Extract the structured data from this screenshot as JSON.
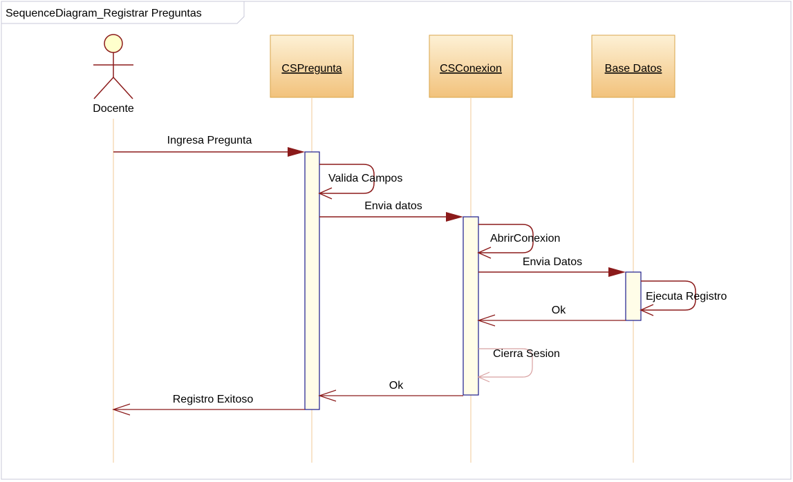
{
  "frame": {
    "title": "SequenceDiagram_Registrar Preguntas"
  },
  "actor": {
    "name": "Docente"
  },
  "lifelines": [
    {
      "id": "cspregunta",
      "name": "CSPregunta"
    },
    {
      "id": "csconexion",
      "name": "CSConexion"
    },
    {
      "id": "basedatos",
      "name": "Base Datos"
    }
  ],
  "messages": [
    {
      "id": "ingresa-pregunta",
      "label": "Ingresa Pregunta",
      "kind": "call"
    },
    {
      "id": "valida-campos",
      "label": "Valida Campos",
      "kind": "self"
    },
    {
      "id": "envia-datos-1",
      "label": "Envia datos",
      "kind": "call"
    },
    {
      "id": "abrir-conexion",
      "label": "AbrirConexion",
      "kind": "self"
    },
    {
      "id": "envia-datos-2",
      "label": "Envia Datos",
      "kind": "call"
    },
    {
      "id": "ejecuta-registro",
      "label": "Ejecuta Registro",
      "kind": "self"
    },
    {
      "id": "ok-1",
      "label": "Ok",
      "kind": "return"
    },
    {
      "id": "cierra-sesion",
      "label": "Cierra Sesion",
      "kind": "self-light"
    },
    {
      "id": "ok-2",
      "label": "Ok",
      "kind": "return"
    },
    {
      "id": "registro-exitoso",
      "label": "Registro Exitoso",
      "kind": "return"
    }
  ],
  "colors": {
    "message": "#8b1a1a",
    "actor": "#8b1a1a",
    "actor_head": "#ffffcc",
    "box_top": "#fdf1d6",
    "box_bottom": "#f2c27c",
    "box_border": "#d9a54a",
    "lifeline": "#f0c896",
    "activation_fill": "#fffde8",
    "activation_border": "#1a1a8c",
    "frame_border": "#c8c8d8",
    "self_light": "#d8a0a0"
  }
}
